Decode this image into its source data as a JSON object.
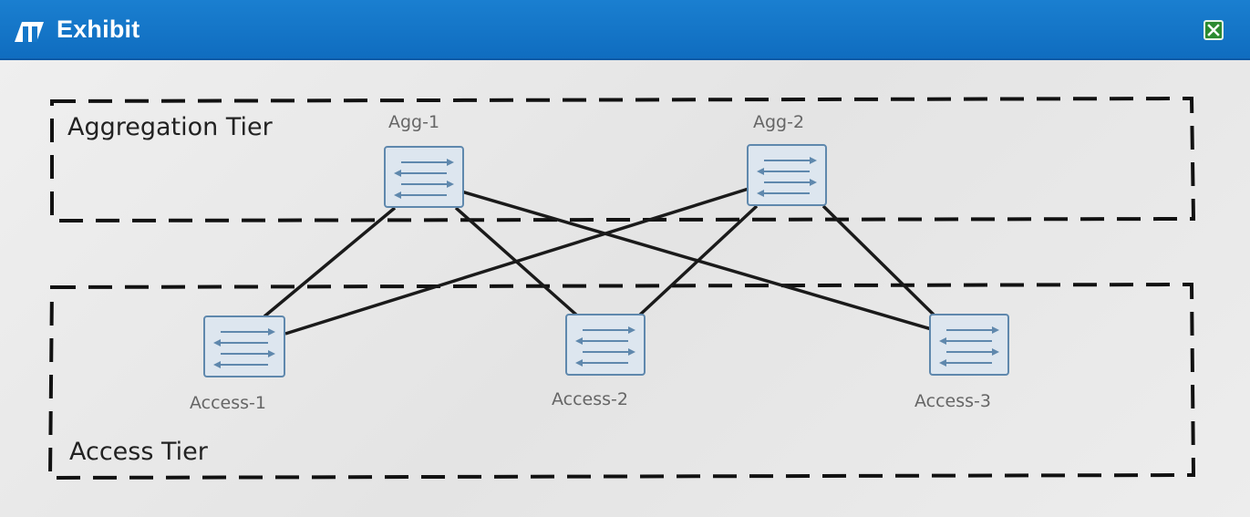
{
  "window": {
    "title": "Exhibit",
    "icon": "exhibit-icon",
    "close_icon": "close-icon"
  },
  "colors": {
    "titlebar": "#1577c9",
    "close_button": "#2b8a30",
    "switch_fill": "#dde6ef",
    "switch_border": "#5f88ad",
    "link": "#1a1a1a"
  },
  "diagram": {
    "tiers": [
      {
        "label": "Aggregation Tier"
      },
      {
        "label": "Access Tier"
      }
    ],
    "nodes": [
      {
        "id": "agg1",
        "label": "Agg-1",
        "icon": "switch-icon"
      },
      {
        "id": "agg2",
        "label": "Agg-2",
        "icon": "switch-icon"
      },
      {
        "id": "access1",
        "label": "Access-1",
        "icon": "switch-icon"
      },
      {
        "id": "access2",
        "label": "Access-2",
        "icon": "switch-icon"
      },
      {
        "id": "access3",
        "label": "Access-3",
        "icon": "switch-icon"
      }
    ],
    "links": [
      {
        "from": "agg1",
        "to": "access1"
      },
      {
        "from": "agg1",
        "to": "access2"
      },
      {
        "from": "agg1",
        "to": "access3"
      },
      {
        "from": "agg2",
        "to": "access1"
      },
      {
        "from": "agg2",
        "to": "access2"
      },
      {
        "from": "agg2",
        "to": "access3"
      }
    ]
  }
}
